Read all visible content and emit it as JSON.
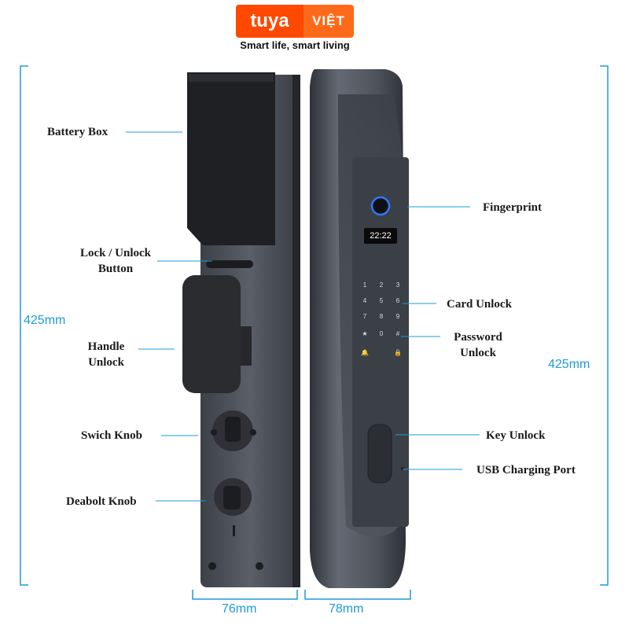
{
  "brand": {
    "logo_text": "tuya",
    "logo_suffix": "VIỆT",
    "slogan": "Smart life, smart living"
  },
  "colors": {
    "accent": "#1e9bd7",
    "brand_orange": "#ff4800",
    "lock_body": "#4a4f57",
    "handle": "#2b2d31"
  },
  "display": {
    "time": "22:22"
  },
  "keypad": {
    "keys": [
      "1",
      "2",
      "3",
      "4",
      "5",
      "6",
      "7",
      "8",
      "9",
      "★",
      "0",
      "#"
    ]
  },
  "callouts": {
    "battery_box": "Battery Box",
    "lock_unlock_button_1": "Lock / Unlock",
    "lock_unlock_button_2": "Button",
    "handle_unlock_1": "Handle",
    "handle_unlock_2": "Unlock",
    "switch_knob": "Swich Knob",
    "deadbolt_knob": "Deabolt Knob",
    "fingerprint": "Fingerprint",
    "card_unlock": "Card Unlock",
    "password_unlock_1": "Password",
    "password_unlock_2": "Unlock",
    "key_unlock": "Key Unlock",
    "usb_charging_port": "USB Charging Port"
  },
  "dimensions": {
    "height_left": "425mm",
    "height_right": "425mm",
    "width_back": "76mm",
    "width_front": "78mm"
  }
}
